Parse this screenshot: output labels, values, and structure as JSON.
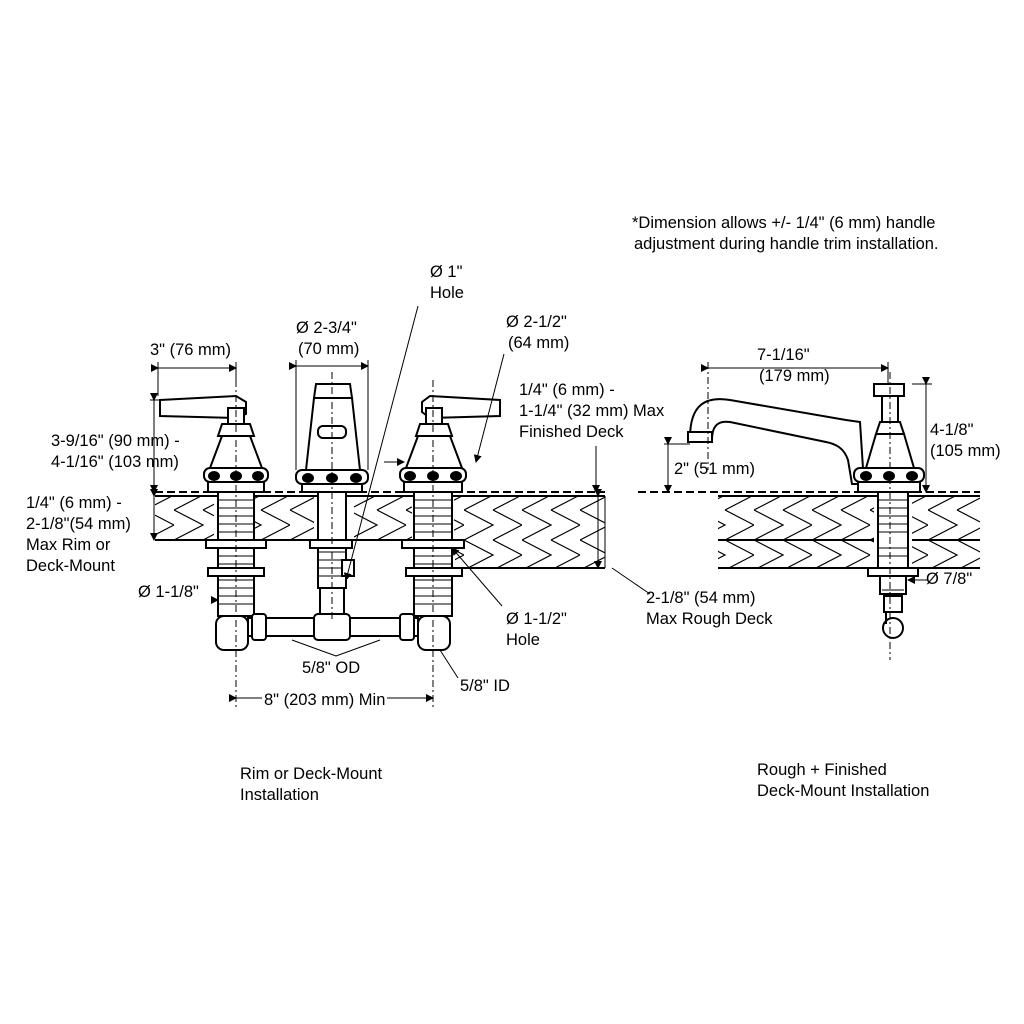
{
  "note": {
    "line1": "*Dimension allows +/- 1/4\" (6 mm) handle",
    "line2": "adjustment during handle trim installation."
  },
  "rim_deck_view": {
    "caption_line1": "Rim or Deck-Mount",
    "caption_line2": "Installation",
    "hole_1_line1": "Ø 1\"",
    "hole_1_line2": "Hole",
    "dia_2_3_4_line1": "Ø 2-3/4\"",
    "dia_2_3_4_line2": "(70 mm)",
    "dia_2_1_2_line1": "Ø 2-1/2\"",
    "dia_2_1_2_line2": "(64 mm)",
    "width_3": "3\" (76 mm)",
    "finished_deck_line1": "1/4\" (6 mm) -",
    "finished_deck_line2": "1-1/4\" (32 mm) Max",
    "finished_deck_line3": "Finished Deck",
    "height_line1": "3-9/16\" (90 mm) -",
    "height_line2": "4-1/16\" (103 mm)",
    "rim_line1": "1/4\" (6 mm) -",
    "rim_line2": "2-1/8\"(54 mm)",
    "rim_line3": "Max Rim or",
    "rim_line4": "Deck-Mount",
    "dia_1_1_8": "Ø 1-1/8\"",
    "hole_1_1_2_line1": "Ø 1-1/2\"",
    "hole_1_1_2_line2": "Hole",
    "od_5_8": "5/8\" OD",
    "id_5_8": "5/8\" ID",
    "spacing_min": "8\" (203 mm) Min",
    "rough_deck_line1": "2-1/8\" (54 mm)",
    "rough_deck_line2": "Max Rough Deck"
  },
  "rough_finished_view": {
    "caption_line1": "Rough + Finished",
    "caption_line2": "Deck-Mount Installation",
    "reach_line1": "7-1/16\"",
    "reach_line2": "(179 mm)",
    "height_line1": "4-1/8\"",
    "height_line2": "(105 mm)",
    "spout_height": "2\" (51 mm)",
    "dia_7_8": "Ø 7/8\""
  }
}
